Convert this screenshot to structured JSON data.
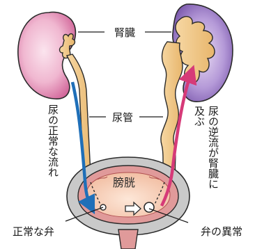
{
  "labels": {
    "kidney": "腎臓",
    "ureter": "尿管",
    "bladder": "膀胱",
    "normal_valve": "正常な弁",
    "abnormal_valve": "弁の異常",
    "normal_flow": "尿の正常な流れ",
    "reflux_line1": "尿の逆流が腎臓に",
    "reflux_line2": "及ぶ"
  },
  "colors": {
    "normal_flow_arrow": "#1f6fb8",
    "reflux_arrow": "#d63a78",
    "healthy_kidney": "#e8a6c4",
    "affected_kidney": "#8a66b8",
    "ureter_fill": "#f2c98a",
    "bladder_wall": "#e09a9a",
    "bladder_outer": "#c9c9c9"
  },
  "icons": {
    "flow_direction": "right-arrow-icon"
  }
}
